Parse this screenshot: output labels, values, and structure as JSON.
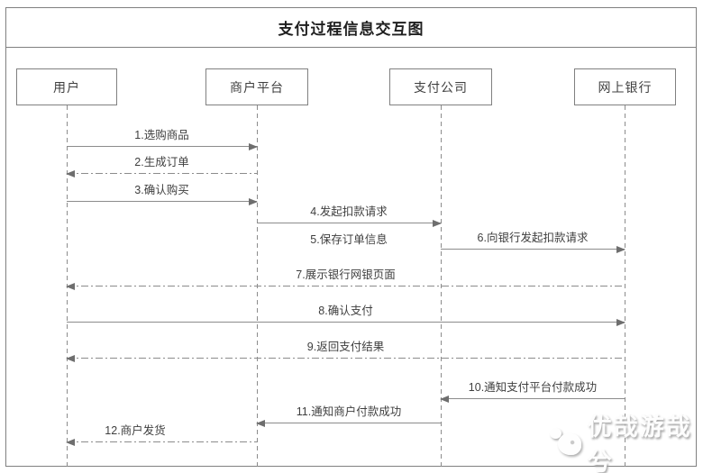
{
  "title": "支付过程信息交互图",
  "actors": [
    {
      "label": "用户"
    },
    {
      "label": "商户平台"
    },
    {
      "label": "支付公司"
    },
    {
      "label": "网上银行"
    }
  ],
  "messages": [
    {
      "label": "1.选购商品",
      "from": "用户",
      "to": "商户平台",
      "line": "solid",
      "direction": "right"
    },
    {
      "label": "2.生成订单",
      "from": "商户平台",
      "to": "用户",
      "line": "dashdot",
      "direction": "left"
    },
    {
      "label": "3.确认购买",
      "from": "用户",
      "to": "商户平台",
      "line": "solid",
      "direction": "right"
    },
    {
      "label": "4.发起扣款请求",
      "from": "商户平台",
      "to": "支付公司",
      "line": "solid",
      "direction": "right"
    },
    {
      "label": "5.保存订单信息",
      "from": "商户平台",
      "to": "支付公司",
      "line": "none",
      "direction": "none"
    },
    {
      "label": "6.向银行发起扣款请求",
      "from": "支付公司",
      "to": "网上银行",
      "line": "solid",
      "direction": "right"
    },
    {
      "label": "7.展示银行网银页面",
      "from": "网上银行",
      "to": "用户",
      "line": "dashdot",
      "direction": "left"
    },
    {
      "label": "8.确认支付",
      "from": "用户",
      "to": "网上银行",
      "line": "solid",
      "direction": "right"
    },
    {
      "label": "9.返回支付结果",
      "from": "网上银行",
      "to": "用户",
      "line": "dashdot",
      "direction": "left"
    },
    {
      "label": "10.通知支付平台付款成功",
      "from": "网上银行",
      "to": "支付公司",
      "line": "solid",
      "direction": "left"
    },
    {
      "label": "11.通知商户付款成功",
      "from": "支付公司",
      "to": "商户平台",
      "line": "solid",
      "direction": "left"
    },
    {
      "label": "12.商户发货",
      "from": "商户平台",
      "to": "用户",
      "line": "dashdot",
      "direction": "left"
    }
  ],
  "watermark": {
    "text": "优哉游哉兮",
    "icon": "bird-logo-icon"
  },
  "colors": {
    "border": "#808080",
    "line": "#8c8c8c",
    "text": "#3f3f3f",
    "title": "#1f1f1f"
  }
}
